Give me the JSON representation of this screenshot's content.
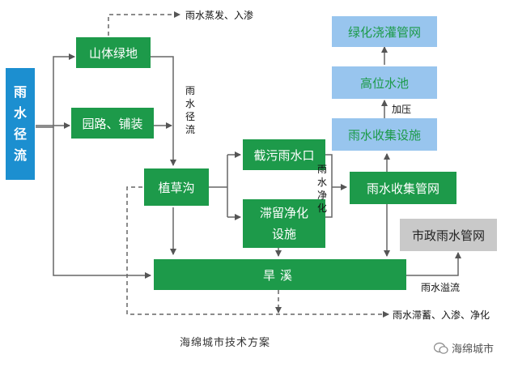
{
  "nodes": {
    "runoff": "雨水径流",
    "mountain_green": "山体绿地",
    "roads": "园路、铺装",
    "grass_ditch": "植草沟",
    "intercept": "截污雨水口",
    "retention": "滞留净化设施",
    "collect_pipe": "雨水收集管网",
    "collect_facility": "雨水收集设施",
    "high_pool": "高位水池",
    "irrigation": "绿化浇灌管网",
    "dry_creek": "旱溪",
    "municipal": "市政雨水管网"
  },
  "labels": {
    "evap": "雨水蒸发、入渗",
    "runoff_side": "雨水径流",
    "purify_side": "雨水净化",
    "pressurize": "加压",
    "overflow": "雨水溢流",
    "retain": "雨水滞蓄、入渗、净化"
  },
  "caption": "海绵城市技术方案",
  "watermark": "海绵城市",
  "colors": {
    "green": "#1d9a4a",
    "blue_box": "#98c5ee",
    "cyan_box": "#1c8fd0",
    "gray_box": "#c9c9c9"
  },
  "icons": {
    "watermark_logo": "wechat-logo-icon"
  }
}
